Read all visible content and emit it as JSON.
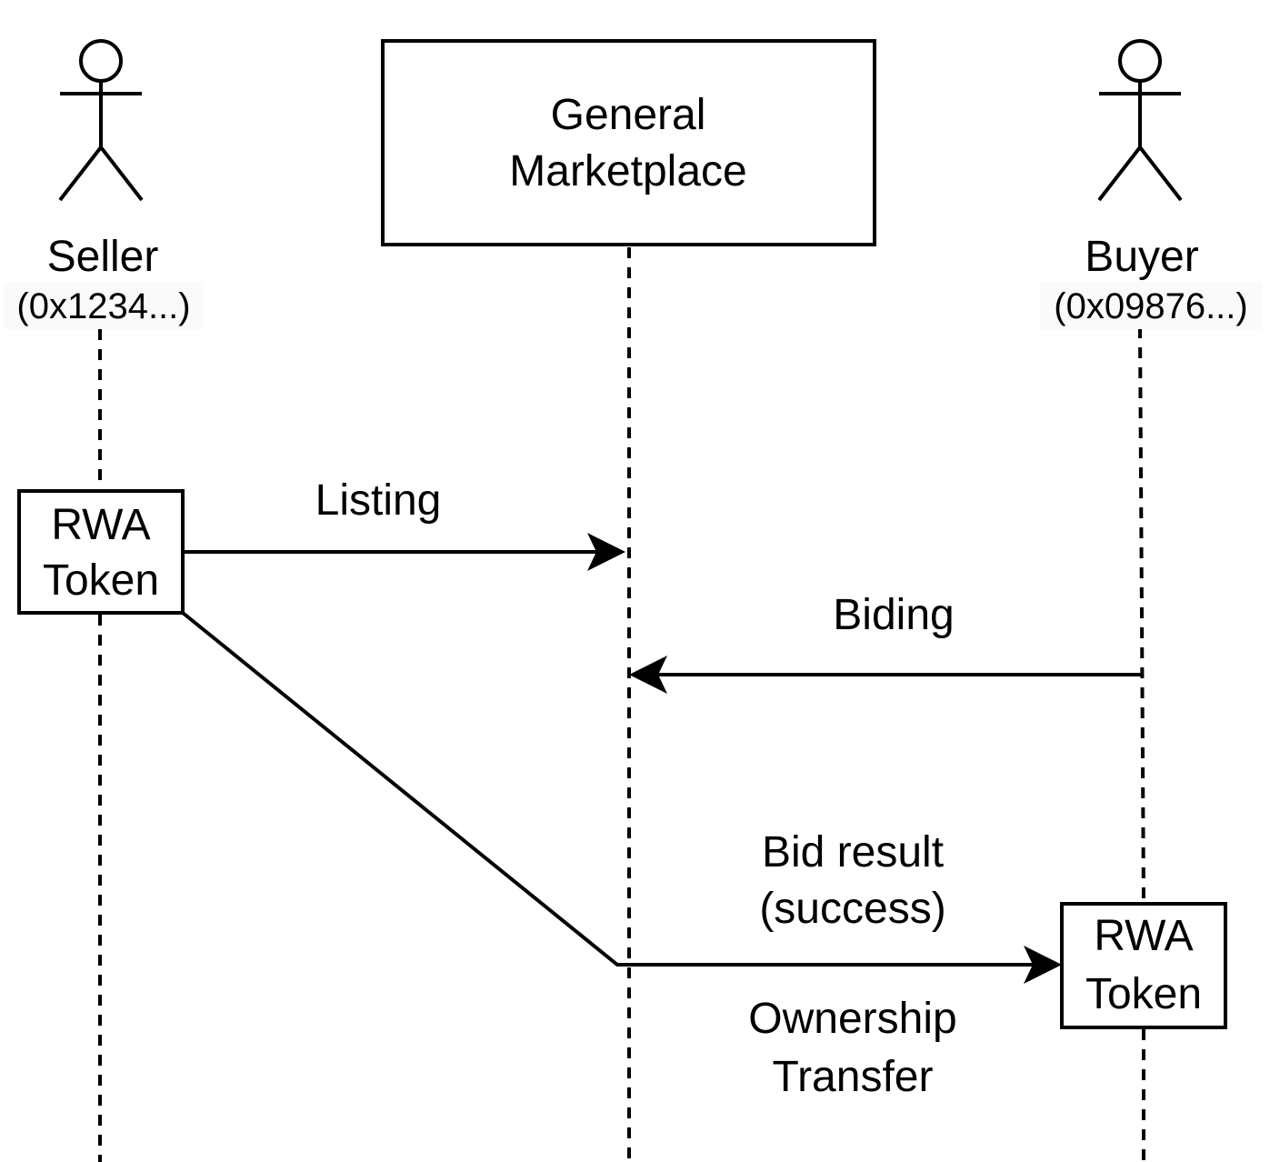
{
  "participants": {
    "seller": {
      "name": "Seller",
      "address": "(0x1234...)"
    },
    "marketplace": {
      "line1": "General",
      "line2": "Marketplace"
    },
    "buyer": {
      "name": "Buyer",
      "address": "(0x09876...)"
    }
  },
  "tokens": {
    "seller_token": {
      "line1": "RWA",
      "line2": "Token"
    },
    "buyer_token": {
      "line1": "RWA",
      "line2": "Token"
    }
  },
  "messages": {
    "listing": "Listing",
    "biding": "Biding",
    "bid_result_line1": "Bid result",
    "bid_result_line2": "(success)",
    "ownership_line1": "Ownership",
    "ownership_line2": "Transfer"
  }
}
